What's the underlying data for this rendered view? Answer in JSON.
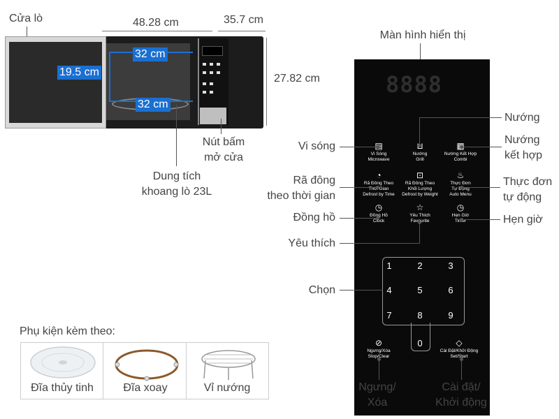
{
  "oven": {
    "door_label": "Cửa lò",
    "width": "48.28 cm",
    "depth": "35.7 cm",
    "height": "27.82 cm",
    "cavity_width": "32 cm",
    "cavity_height": "19.5 cm",
    "cavity_depth": "32 cm",
    "open_button_label": "Nút bấm\nmở cửa",
    "capacity_label": "Dung tích\nkhoang lò 23L"
  },
  "panel": {
    "display_label": "Màn hình hiển thị",
    "display_digits": "8888",
    "keys": [
      {
        "name": "microwave",
        "icon": "microwave-icon",
        "text": "Vi Sóng\nMicrowave",
        "callout": "Vi sóng"
      },
      {
        "name": "grill",
        "icon": "grill-icon",
        "text": "Nướng\nGrill",
        "callout": "Nướng"
      },
      {
        "name": "combi",
        "icon": "combi-icon",
        "text": "Nướng Kết Hợp\nCombi",
        "callout": "Nướng\nkết hợp"
      },
      {
        "name": "defrost-time",
        "icon": "defrost-time-icon",
        "text": "Rã Đông Theo\nThời Gian\nDefrost by Time",
        "callout": "Rã đông\ntheo thời gian"
      },
      {
        "name": "defrost-weight",
        "icon": "defrost-weight-icon",
        "text": "Rã Đông Theo\nKhối Lượng\nDefrost by Weight",
        "callout": ""
      },
      {
        "name": "auto-menu",
        "icon": "auto-menu-icon",
        "text": "Thực Đơn\nTự Động\nAuto Menu",
        "callout": "Thực đơn\ntự động"
      },
      {
        "name": "clock",
        "icon": "clock-icon",
        "text": "Đồng Hồ\nClock",
        "callout": "Đồng hồ"
      },
      {
        "name": "favourite",
        "icon": "star-icon",
        "text": "Yêu Thích\nFavourite",
        "callout": "Yêu thích"
      },
      {
        "name": "timer",
        "icon": "timer-icon",
        "text": "Hẹn Giờ\nTimer",
        "callout": "Hẹn giờ"
      },
      {
        "name": "stop-clear",
        "icon": "stop-icon",
        "text": "Ngưng/Xóa\nStop/Clear",
        "callout": "Ngưng/\nXóa"
      },
      {
        "name": "set-start",
        "icon": "start-icon",
        "text": "Cài Đặt/Khởi Động\nSet/Start",
        "callout": "Cài đặt/\nKhởi động"
      }
    ],
    "numbers": [
      "1",
      "2",
      "3",
      "4",
      "5",
      "6",
      "7",
      "8",
      "9",
      "0"
    ],
    "numpad_callout": "Chọn"
  },
  "accessories": {
    "title": "Phụ kiện kèm theo:",
    "items": [
      "Đĩa thủy tinh",
      "Đĩa xoay",
      "Vỉ nướng"
    ]
  }
}
